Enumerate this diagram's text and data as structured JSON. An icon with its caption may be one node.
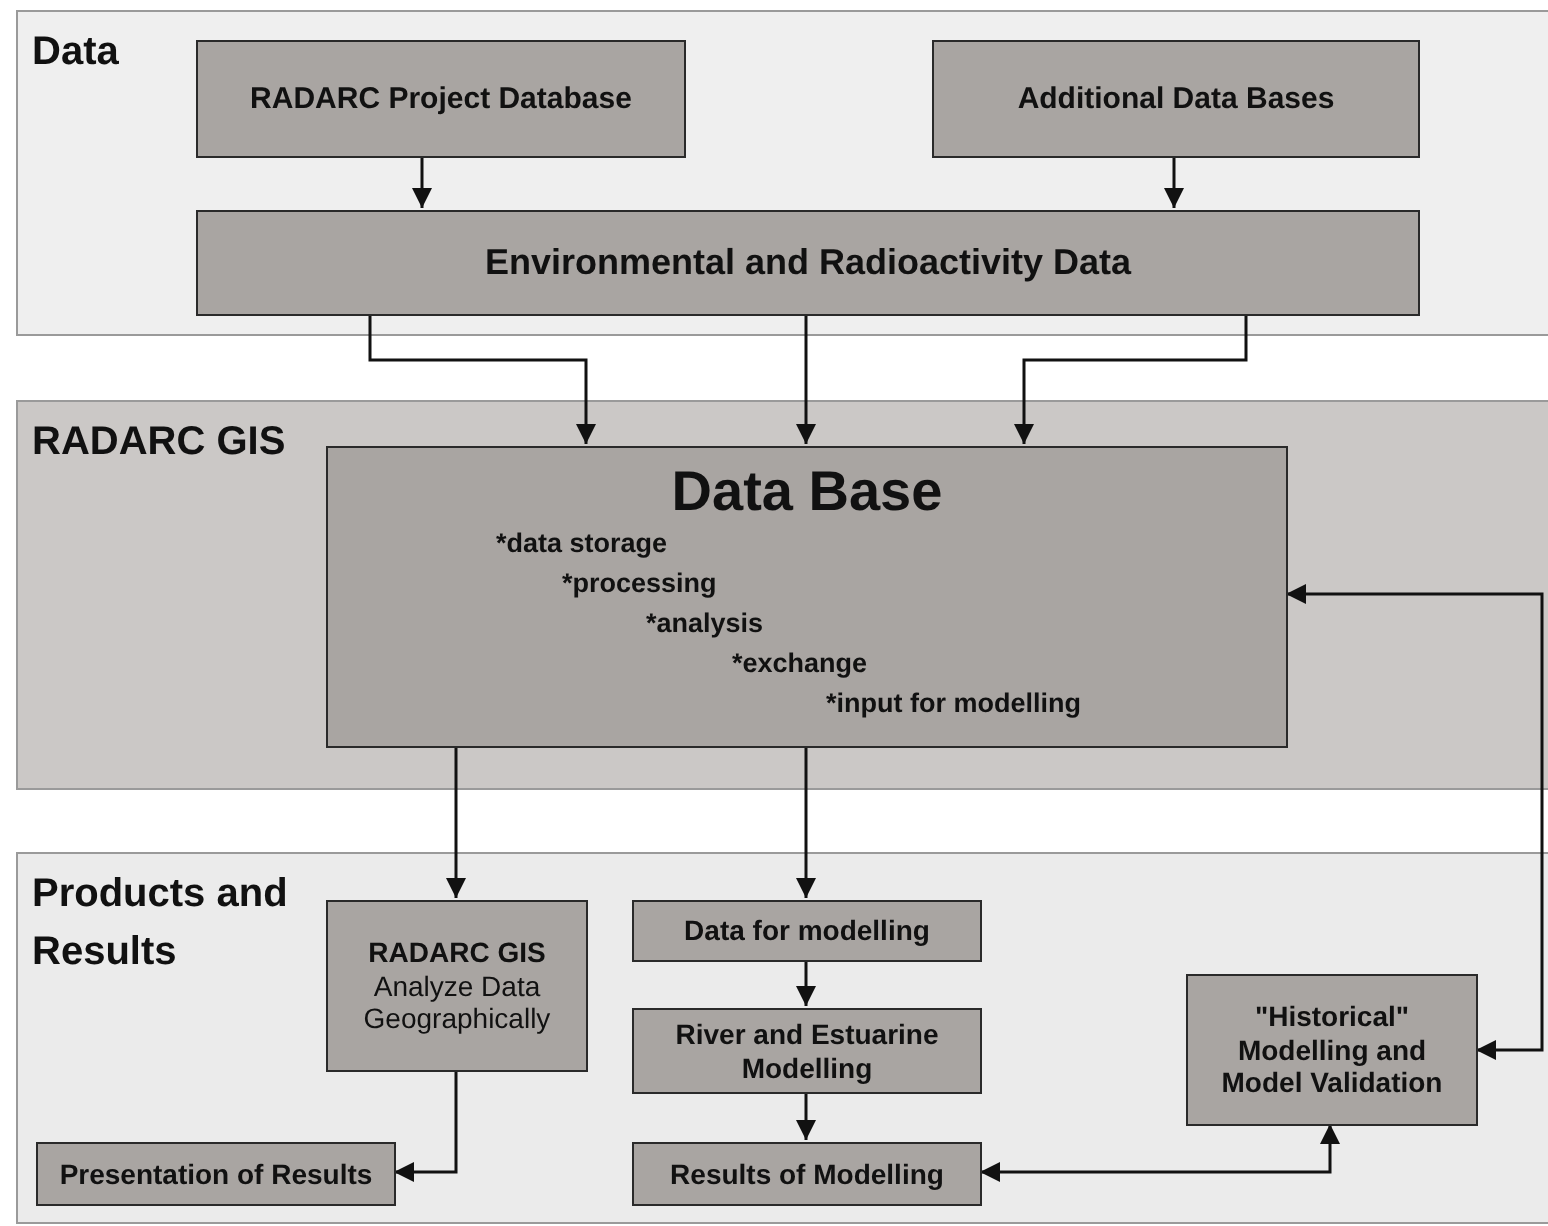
{
  "diagram": {
    "nodes": [
      {
        "text": [
          "Data"
        ]
      },
      {
        "text": [
          "RADARC Project Database"
        ],
        "in": 0
      },
      {
        "text": [
          "Additional Data Bases"
        ],
        "in": 0
      },
      {
        "text": [
          "Environmental and Radioactivity Data"
        ],
        "in": 0
      },
      {
        "text": [
          "RADARC GIS"
        ]
      },
      {
        "text": [
          "Data Base",
          "*data storage",
          "*processing",
          "*analysis",
          "*exchange",
          "*input for modelling"
        ],
        "in": 4
      },
      {
        "text": [
          "Products and Results"
        ]
      },
      {
        "text": [
          "RADARC GIS",
          "Analyze Data Geographically"
        ],
        "in": 6
      },
      {
        "text": [
          "Presentation of Results"
        ],
        "in": 6
      },
      {
        "text": [
          "Data for modelling"
        ],
        "in": 6
      },
      {
        "text": [
          "River and Estuarine Modelling"
        ],
        "in": 6
      },
      {
        "text": [
          "Results of Modelling"
        ],
        "in": 6
      },
      {
        "text": [
          "\"Historical\" Modelling and Model Validation"
        ],
        "in": 6
      }
    ],
    "edges": [
      {
        "from": 1,
        "to": 3,
        "arrow": "to"
      },
      {
        "from": 2,
        "to": 3,
        "arrow": "to"
      },
      {
        "from": 3,
        "to": 5,
        "arrow": "to"
      },
      {
        "from": 3,
        "to": 5,
        "arrow": "to"
      },
      {
        "from": 3,
        "to": 5,
        "arrow": "to"
      },
      {
        "from": 5,
        "to": 7,
        "arrow": "to"
      },
      {
        "from": 5,
        "to": 9,
        "arrow": "to"
      },
      {
        "from": 7,
        "to": 8,
        "arrow": "to"
      },
      {
        "from": 9,
        "to": 10,
        "arrow": "to"
      },
      {
        "from": 10,
        "to": 11,
        "arrow": "to"
      },
      {
        "from": 11,
        "to": 12,
        "arrow": "both"
      },
      {
        "from": 12,
        "to": 5,
        "arrow": "both"
      }
    ]
  }
}
